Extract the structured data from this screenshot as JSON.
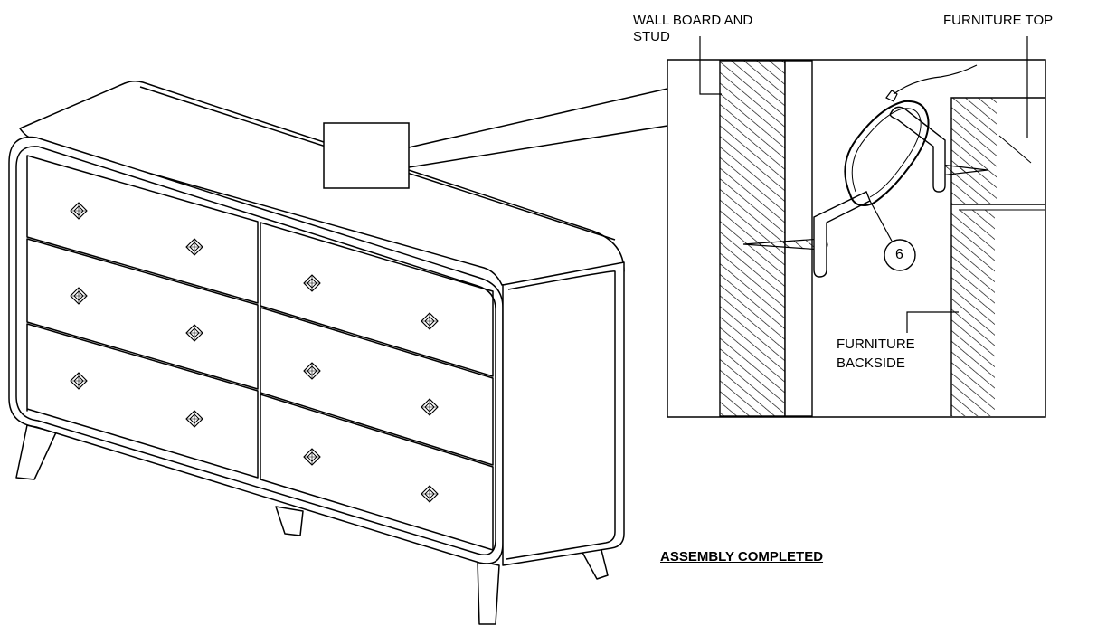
{
  "labels": {
    "wall_board_line1": "WALL BOARD AND",
    "wall_board_line2": "STUD",
    "furniture_top": "FURNITURE TOP",
    "furniture_backside_line1": "FURNITURE",
    "furniture_backside_line2": "BACKSIDE",
    "part_number": "6",
    "assembly_completed": "ASSEMBLY COMPLETED"
  },
  "colors": {
    "stroke": "#000000",
    "background": "#ffffff"
  }
}
